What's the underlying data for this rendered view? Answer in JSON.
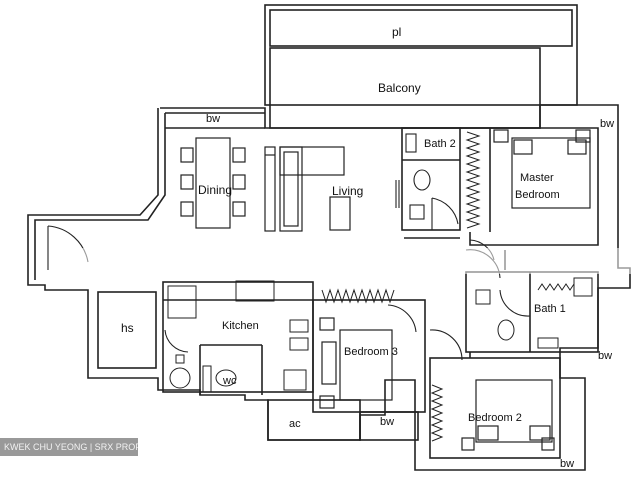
{
  "labels": {
    "planter": "pl",
    "balcony": "Balcony",
    "bw_top_left": "bw",
    "bw_top_right": "bw",
    "bath2": "Bath 2",
    "master_line1": "Master",
    "master_line2": "Bedroom",
    "dining": "Dining",
    "living": "Living",
    "hs": "hs",
    "kitchen": "Kitchen",
    "wc": "wc",
    "bedroom3": "Bedroom 3",
    "bath1": "Bath 1",
    "bw_right_mid": "bw",
    "bedroom2": "Bedroom 2",
    "ac": "ac",
    "bw_bottom_mid": "bw",
    "bw_bottom_right": "bw"
  },
  "watermark": "KWEK CHU YEONG | SRX PROPERTY"
}
